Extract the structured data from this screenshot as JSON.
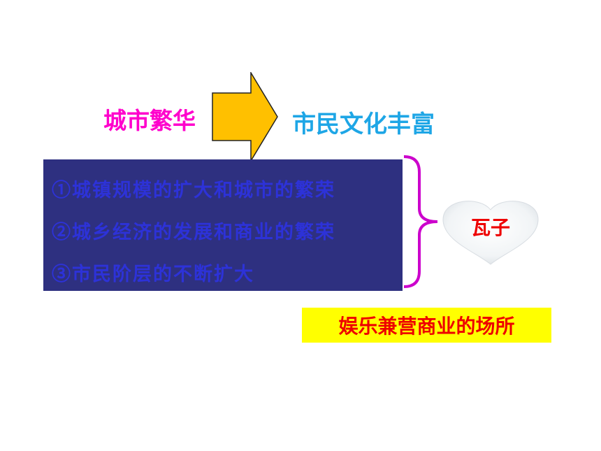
{
  "title_left": "城市繁华",
  "title_right": "市民文化丰富",
  "reasons": [
    "①城镇规模的扩大和城市的繁荣",
    "②城乡经济的发展和商业的繁荣",
    "③市民阶层的不断扩大"
  ],
  "heart_label": "瓦子",
  "place_label": "娱乐兼营商业的场所",
  "colors": {
    "title_left": "#ff00cc",
    "title_right": "#1ea6e6",
    "arrow_fill": "#ffc000",
    "reason_box_bg": "#2e3080",
    "reason_text": "#2d32d8",
    "brace": "#cc00cc",
    "heart_fill": "#f1f4f6",
    "label_red": "#ee0000",
    "place_box_bg": "#ffff00"
  },
  "icons": {
    "arrow": "right-arrow-icon",
    "brace": "curly-brace-icon",
    "heart": "heart-shape"
  }
}
